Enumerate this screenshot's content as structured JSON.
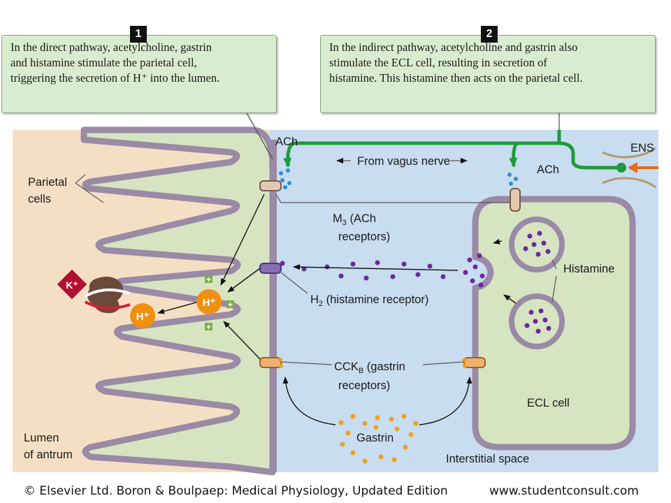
{
  "callouts": [
    {
      "number": "1",
      "text": "In the direct pathway, acetylcholine, gastrin\nand histamine stimulate the parietal cell,\ntriggering the secretion of H⁺ into the lumen."
    },
    {
      "number": "2",
      "text": "In the indirect pathway, acetylcholine and gastrin also\nstimulate the ECL cell, resulting in secretion of\nhistamine. This histamine then acts on the parietal cell."
    }
  ],
  "labels": {
    "parietal_cells_1": "Parietal",
    "parietal_cells_2": "cells",
    "lumen_1": "Lumen",
    "lumen_2": "of antrum",
    "ach_top": "ACh",
    "ach_ecl": "ACh",
    "from_vagus": "From vagus nerve",
    "ens": "ENS",
    "m3_1a": "M",
    "m3_1sub": "3",
    "m3_1b": " (ACh",
    "m3_2": "receptors)",
    "h2_a": "H",
    "h2_sub": "2",
    "h2_b": " (histamine receptor)",
    "cck_a": "CCK",
    "cck_sub": "B",
    "cck_b": " (gastrin",
    "cck_2": "receptors)",
    "gastrin": "Gastrin",
    "histamine": "Histamine",
    "ecl_cell": "ECL cell",
    "interstitial": "Interstitial space",
    "k_ion": "K⁺",
    "h_ion_1": "H⁺",
    "h_ion_2": "H⁺",
    "plus": "+"
  },
  "credit": {
    "left": "© Elsevier Ltd. Boron & Boulpaep: Medical Physiology, Updated Edition",
    "right": "www.studentconsult.com"
  },
  "colors": {
    "lumen_bg": "#f5dfc4",
    "interstitial_bg": "#c8ddf0",
    "cell_fill": "#d6e4c2",
    "membrane": "#9a8aa5",
    "nerve": "#1f9a3c",
    "ens_arrow": "#e86a1a",
    "histamine_dot": "#6a2a9a",
    "gastrin_dot": "#f0a020",
    "ach_dot": "#2e8fd8",
    "k_badge": "#b01030",
    "h_ball": "#f09010",
    "plus_green": "#7ab040"
  }
}
